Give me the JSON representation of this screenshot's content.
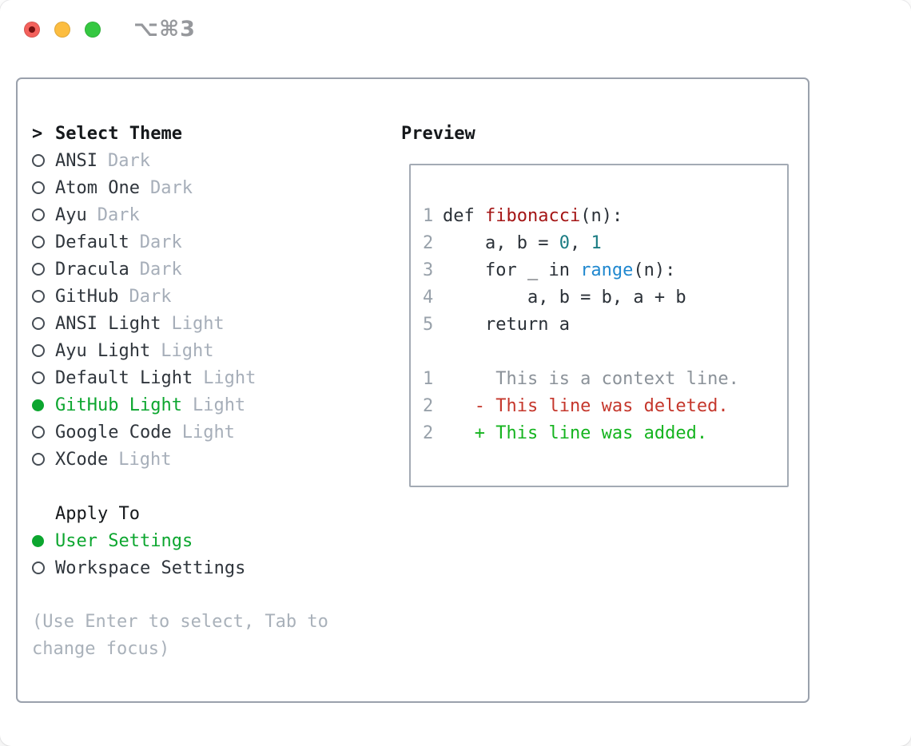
{
  "window": {
    "shortcut_label": "⌥⌘3",
    "traffic_lights": [
      {
        "name": "close"
      },
      {
        "name": "minimize"
      },
      {
        "name": "zoom"
      }
    ]
  },
  "theme_picker": {
    "caret": ">",
    "title": "Select Theme",
    "items": [
      {
        "name": "ANSI",
        "variant": "Dark",
        "selected": false
      },
      {
        "name": "Atom One",
        "variant": "Dark",
        "selected": false
      },
      {
        "name": "Ayu",
        "variant": "Dark",
        "selected": false
      },
      {
        "name": "Default",
        "variant": "Dark",
        "selected": false
      },
      {
        "name": "Dracula",
        "variant": "Dark",
        "selected": false
      },
      {
        "name": "GitHub",
        "variant": "Dark",
        "selected": false
      },
      {
        "name": "ANSI Light",
        "variant": "Light",
        "selected": false
      },
      {
        "name": "Ayu Light",
        "variant": "Light",
        "selected": false
      },
      {
        "name": "Default Light",
        "variant": "Light",
        "selected": false
      },
      {
        "name": "GitHub Light",
        "variant": "Light",
        "selected": true
      },
      {
        "name": "Google Code",
        "variant": "Light",
        "selected": false
      },
      {
        "name": "XCode",
        "variant": "Light",
        "selected": false
      }
    ]
  },
  "apply_to": {
    "title": "Apply To",
    "options": [
      {
        "name": "User Settings",
        "selected": true
      },
      {
        "name": "Workspace Settings",
        "selected": false
      }
    ]
  },
  "hint": {
    "line1": "(Use Enter to select, Tab to",
    "line2": "change focus)"
  },
  "preview": {
    "title": "Preview",
    "code_lines": [
      {
        "number": "1",
        "segments": [
          {
            "text": "def ",
            "color": "code"
          },
          {
            "text": "fibonacci",
            "color": "func"
          },
          {
            "text": "(n):",
            "color": "code"
          }
        ]
      },
      {
        "number": "2",
        "segments": [
          {
            "text": "    a, b = ",
            "color": "code"
          },
          {
            "text": "0",
            "color": "number"
          },
          {
            "text": ", ",
            "color": "code"
          },
          {
            "text": "1",
            "color": "number"
          }
        ]
      },
      {
        "number": "3",
        "segments": [
          {
            "text": "    for _ in ",
            "color": "code"
          },
          {
            "text": "range",
            "color": "builtin"
          },
          {
            "text": "(n):",
            "color": "code"
          }
        ]
      },
      {
        "number": "4",
        "segments": [
          {
            "text": "        a, b = b, a + b",
            "color": "code"
          }
        ]
      },
      {
        "number": "5",
        "segments": [
          {
            "text": "    return a",
            "color": "code"
          }
        ]
      },
      {
        "number": "",
        "segments": []
      },
      {
        "number": "1",
        "segments": [
          {
            "text": "     This is a context line.",
            "color": "context"
          }
        ]
      },
      {
        "number": "2",
        "segments": [
          {
            "text": "   - This line was deleted.",
            "color": "deleted"
          }
        ]
      },
      {
        "number": "2",
        "segments": [
          {
            "text": "   + This line was added.",
            "color": "added"
          }
        ]
      }
    ]
  },
  "colors": {
    "accent_green": "#0ca62f",
    "added_green": "#15b41f",
    "deleted_red": "#c5372c",
    "context_gray": "#8b9299",
    "function_red": "#a41515",
    "number_teal": "#1b7c83",
    "builtin_blue": "#2088cf",
    "code_text": "#2b3138",
    "line_number": "#98a1aa",
    "text_dark": "#2f353c",
    "title_black": "#15181b",
    "dim_gray": "#a6aeb9",
    "hint_gray": "#a9b1ba",
    "radio_ring": "#454c54",
    "panel_border": "#9aa1ac",
    "box_border": "#a3aab4",
    "traffic_red": "#f4615c",
    "traffic_yellow": "#fcbd40",
    "traffic_green": "#35c841"
  }
}
